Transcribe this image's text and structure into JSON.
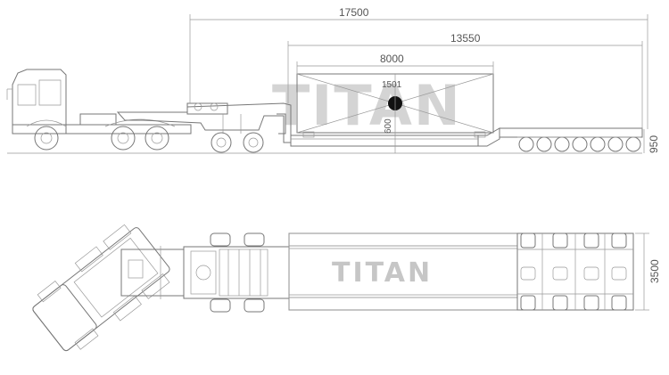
{
  "watermark_side": "TITAN",
  "watermark_top": "TITAN",
  "dimensions": {
    "overall_length": "17500",
    "deck_length": "13550",
    "cargo_length": "8000",
    "neck_offset": "1501",
    "cargo_height": "600",
    "deck_height": "950",
    "width": "3500"
  },
  "colors": {
    "line": "#777777",
    "watermark": "#d4d4d4"
  }
}
